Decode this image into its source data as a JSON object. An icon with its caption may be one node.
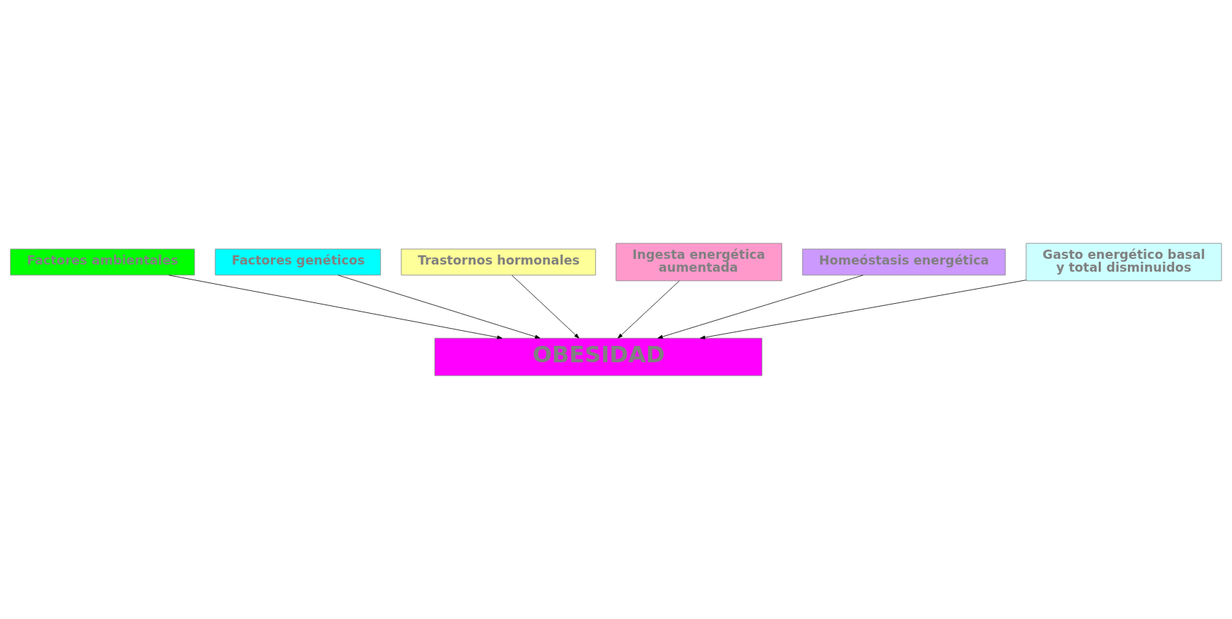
{
  "diagram": {
    "nodes": [
      {
        "text": [
          "Factores ambientales"
        ]
      },
      {
        "text": [
          "Factores genéticos"
        ]
      },
      {
        "text": [
          "Trastornos hormonales"
        ]
      },
      {
        "text": [
          "Ingesta energética aumentada"
        ]
      },
      {
        "text": [
          "Homeóstasis energética"
        ]
      },
      {
        "text": [
          "Gasto energético basal y total disminuidos"
        ]
      },
      {
        "text": [
          "OBESIDAD"
        ]
      }
    ],
    "edges": [
      {
        "from": 4,
        "to": 6,
        "arrow": "to"
      },
      {
        "from": 1,
        "to": 6,
        "arrow": "to"
      },
      {
        "from": 2,
        "to": 6,
        "arrow": "to"
      },
      {
        "from": 0,
        "to": 6,
        "arrow": "to"
      },
      {
        "from": 3,
        "to": 6,
        "arrow": "to"
      },
      {
        "from": 5,
        "to": 6,
        "arrow": "to"
      }
    ]
  }
}
